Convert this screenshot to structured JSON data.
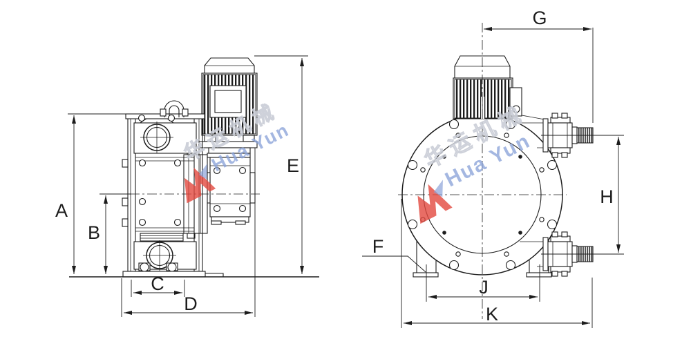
{
  "diagram": {
    "title": "pump-dimension-drawing",
    "views": [
      {
        "id": "side-view",
        "dimension_labels": [
          "A",
          "B",
          "C",
          "D",
          "E"
        ]
      },
      {
        "id": "front-view",
        "dimension_labels": [
          "F",
          "G",
          "H",
          "J",
          "K"
        ]
      }
    ]
  },
  "dims": {
    "A": "A",
    "B": "B",
    "C": "C",
    "D": "D",
    "E": "E",
    "F": "F",
    "G": "G",
    "H": "H",
    "J": "J",
    "K": "K"
  },
  "watermark": {
    "brand_en": "Hua Yun",
    "brand_cn": "华运机械"
  },
  "colors": {
    "line": "#1c1c1c",
    "background": "#ffffff",
    "watermark_blue": "#8ba3d9",
    "watermark_red": "#e2493e",
    "watermark_gray": "#c9cdd6"
  }
}
